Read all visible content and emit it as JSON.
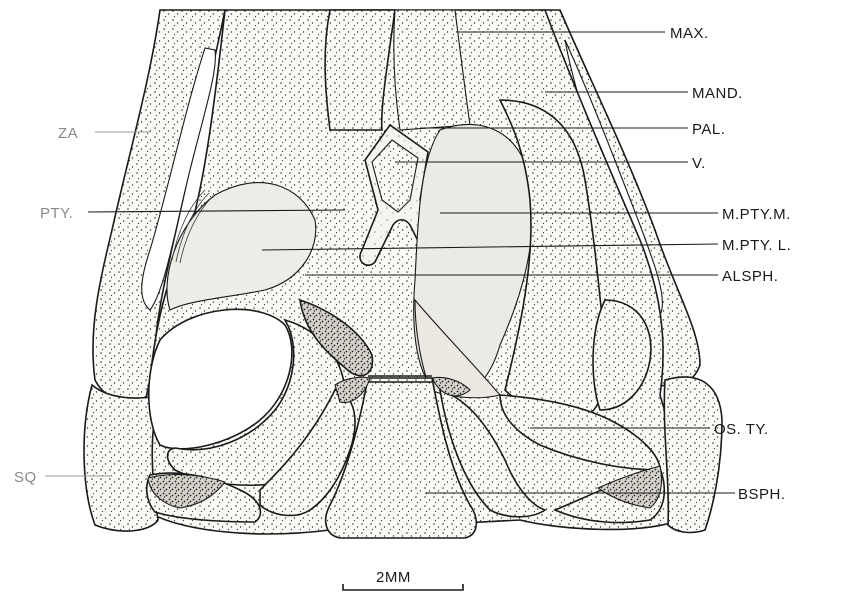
{
  "figure": {
    "labels_right": {
      "max": "MAX.",
      "mand": "MAND.",
      "pal": "PAL.",
      "v": "V.",
      "mptym": "M.PTY.M.",
      "mptyl": "M.PTY. L.",
      "alsph": "ALSPH.",
      "osty": "OS. TY.",
      "bsph": "BSPH."
    },
    "labels_left": {
      "za": "ZA",
      "pty": "PTY.",
      "sq": "SQ"
    },
    "scale_bar": {
      "label": "2MM"
    },
    "colors": {
      "ink": "#1a1a1a",
      "bone": "#f4f1ea",
      "muscle": "#e8e6e1",
      "dense": "#9a9a9a"
    }
  }
}
